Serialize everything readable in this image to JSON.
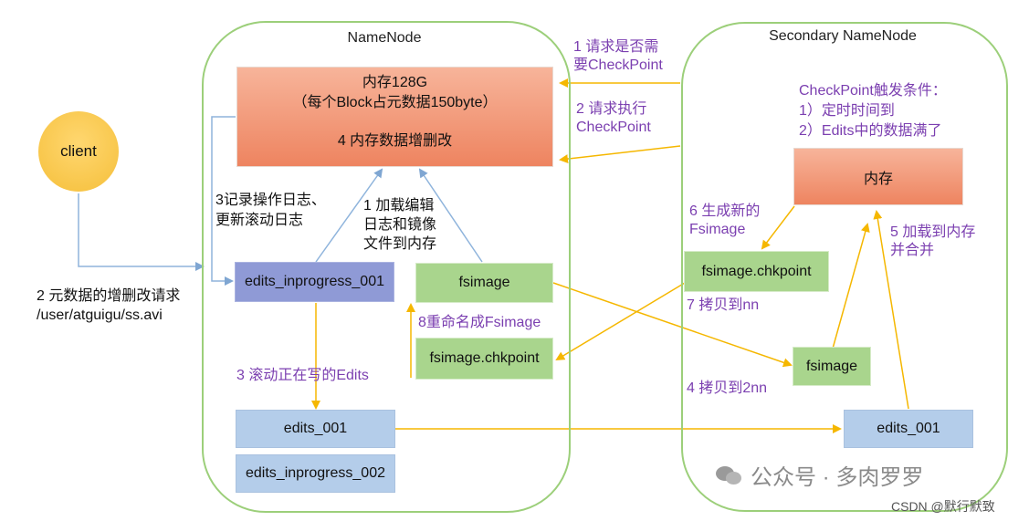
{
  "namenode": {
    "title": "NameNode",
    "memory_line1": "内存128G",
    "memory_line2": "（每个Block占元数据150byte）",
    "memory_line3": "4 内存数据增删改",
    "edits_inprogress_001": "edits_inprogress_001",
    "fsimage": "fsimage",
    "fsimage_chkpoint": "fsimage.chkpoint",
    "edits_001": "edits_001",
    "edits_inprogress_002": "edits_inprogress_002"
  },
  "secondary": {
    "title": "Secondary NameNode",
    "trigger": "CheckPoint触发条件：\n1）定时时间到\n2）Edits中的数据满了",
    "memory": "内存",
    "fsimage_chkpoint": "fsimage.chkpoint",
    "fsimage": "fsimage",
    "edits_001": "edits_001"
  },
  "client": {
    "label": "client"
  },
  "labels": {
    "request_checkpoint": "1 请求是否需\n要CheckPoint",
    "execute_checkpoint": "2 请求执行\nCheckPoint",
    "record_log": "3记录操作日志、\n更新滚动日志",
    "load_edits": "1 加载编辑\n日志和镜像\n文件到内存",
    "client_request": "2 元数据的增删改请求\n/user/atguigu/ss.avi",
    "roll_edits": "3 滚动正在写的Edits",
    "rename": "8重命名成Fsimage",
    "generate_new": "6 生成新的\nFsimage",
    "load_merge": "5 加载到内存\n并合并",
    "copy_to_nn": "7 拷贝到nn",
    "copy_to_2nn": "4 拷贝到2nn"
  },
  "watermark": {
    "wechat": "公众号 · 多肉罗罗",
    "csdn": "CSDN @默行默致"
  },
  "colors": {
    "arrow_yellow": "#f5b700",
    "arrow_blue": "#8fb4dc",
    "purple_text": "#7b3fb0"
  }
}
